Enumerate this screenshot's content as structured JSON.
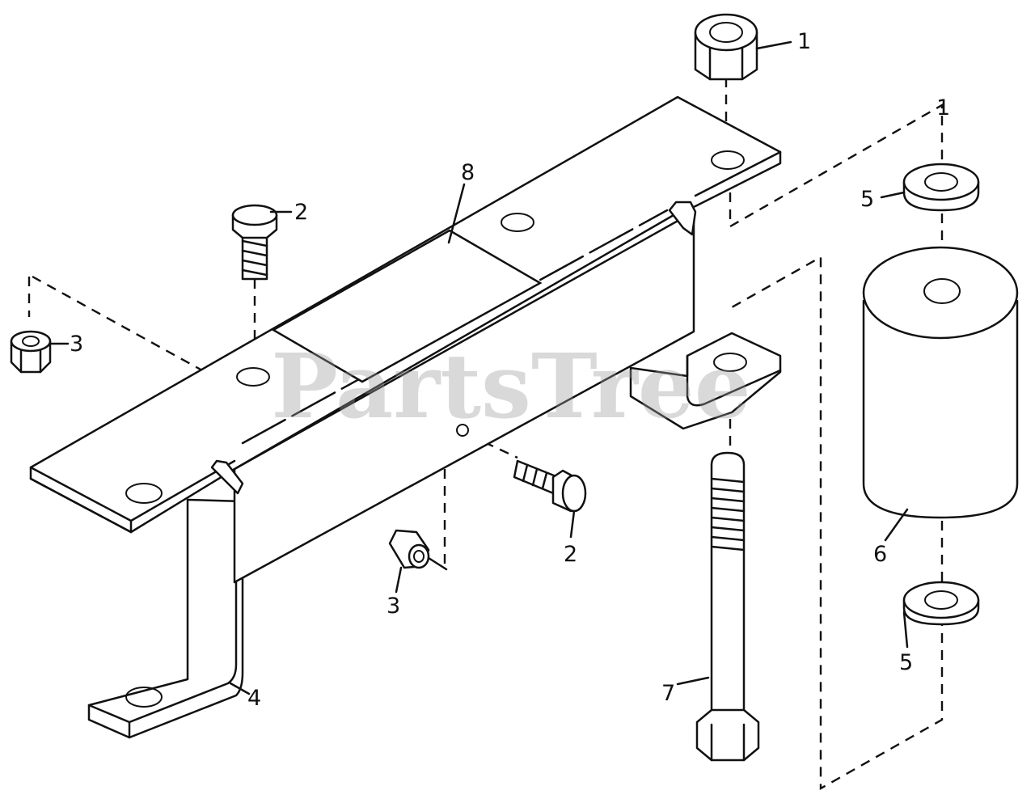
{
  "diagram": {
    "watermark": "PartsTree",
    "callouts": {
      "c1a": "1",
      "c1b": "1",
      "c2a": "2",
      "c2b": "2",
      "c3a": "3",
      "c3b": "3",
      "c4": "4",
      "c5a": "5",
      "c5b": "5",
      "c6": "6",
      "c7": "7",
      "c8": "8"
    }
  }
}
